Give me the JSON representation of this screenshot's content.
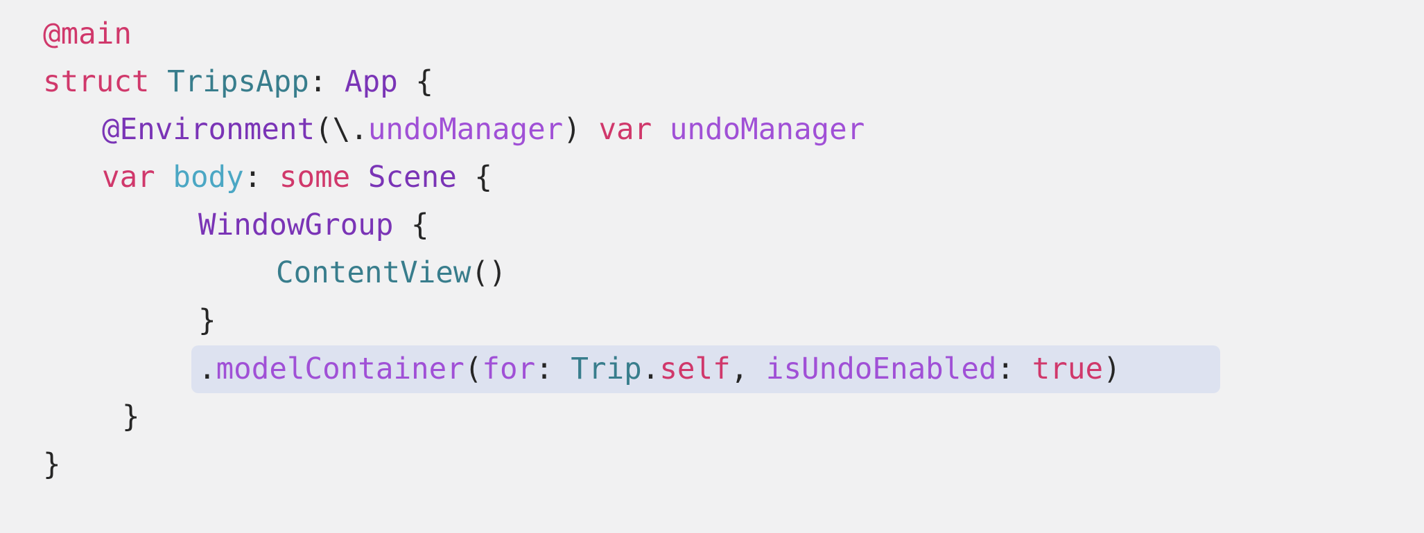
{
  "code": {
    "lines": [
      {
        "indent": 0,
        "tokens": [
          {
            "text": "@main",
            "kind": "keyword"
          }
        ]
      },
      {
        "indent": 0,
        "tokens": [
          {
            "text": "struct",
            "kind": "keyword"
          },
          {
            "text": " ",
            "kind": "plain"
          },
          {
            "text": "TripsApp",
            "kind": "type"
          },
          {
            "text": ": ",
            "kind": "plain"
          },
          {
            "text": "App",
            "kind": "system-type"
          },
          {
            "text": " {",
            "kind": "plain"
          }
        ]
      },
      {
        "indent": 1,
        "tokens": [
          {
            "text": "@Environment",
            "kind": "system-type"
          },
          {
            "text": "(\\.",
            "kind": "plain"
          },
          {
            "text": "undoManager",
            "kind": "property"
          },
          {
            "text": ") ",
            "kind": "plain"
          },
          {
            "text": "var",
            "kind": "keyword"
          },
          {
            "text": " ",
            "kind": "plain"
          },
          {
            "text": "undoManager",
            "kind": "property"
          }
        ]
      },
      {
        "indent": 1,
        "tokens": [
          {
            "text": "var",
            "kind": "keyword"
          },
          {
            "text": " ",
            "kind": "plain"
          },
          {
            "text": "body",
            "kind": "declaration"
          },
          {
            "text": ": ",
            "kind": "plain"
          },
          {
            "text": "some",
            "kind": "keyword"
          },
          {
            "text": " ",
            "kind": "plain"
          },
          {
            "text": "Scene",
            "kind": "system-type"
          },
          {
            "text": " {",
            "kind": "plain"
          }
        ]
      },
      {
        "indent": 2,
        "tokens": [
          {
            "text": "WindowGroup",
            "kind": "system-type"
          },
          {
            "text": " {",
            "kind": "plain"
          }
        ]
      },
      {
        "indent": 3,
        "tokens": [
          {
            "text": "ContentView",
            "kind": "type"
          },
          {
            "text": "()",
            "kind": "plain"
          }
        ]
      },
      {
        "indent": 2,
        "tokens": [
          {
            "text": "}",
            "kind": "plain"
          }
        ]
      },
      {
        "indent": 2,
        "highlighted": true,
        "tokens": [
          {
            "text": ".",
            "kind": "plain"
          },
          {
            "text": "modelContainer",
            "kind": "property"
          },
          {
            "text": "(",
            "kind": "plain"
          },
          {
            "text": "for",
            "kind": "property"
          },
          {
            "text": ": ",
            "kind": "plain"
          },
          {
            "text": "Trip",
            "kind": "type"
          },
          {
            "text": ".",
            "kind": "plain"
          },
          {
            "text": "self",
            "kind": "keyword"
          },
          {
            "text": ", ",
            "kind": "plain"
          },
          {
            "text": "isUndoEnabled",
            "kind": "property"
          },
          {
            "text": ": ",
            "kind": "plain"
          },
          {
            "text": "true",
            "kind": "keyword"
          },
          {
            "text": ")",
            "kind": "plain"
          }
        ]
      },
      {
        "indent": 1,
        "tokens": [
          {
            "text": "}",
            "kind": "plain"
          }
        ]
      },
      {
        "indent": 0,
        "tokens": [
          {
            "text": "}",
            "kind": "plain"
          }
        ]
      }
    ]
  },
  "colors": {
    "background": "#f1f1f2",
    "highlight": "#dde2f0",
    "keyword": "#d0386b",
    "type": "#387d8c",
    "system-type": "#7a34b6",
    "property": "#a050d6",
    "declaration": "#4ba7c4",
    "plain": "#262626"
  }
}
